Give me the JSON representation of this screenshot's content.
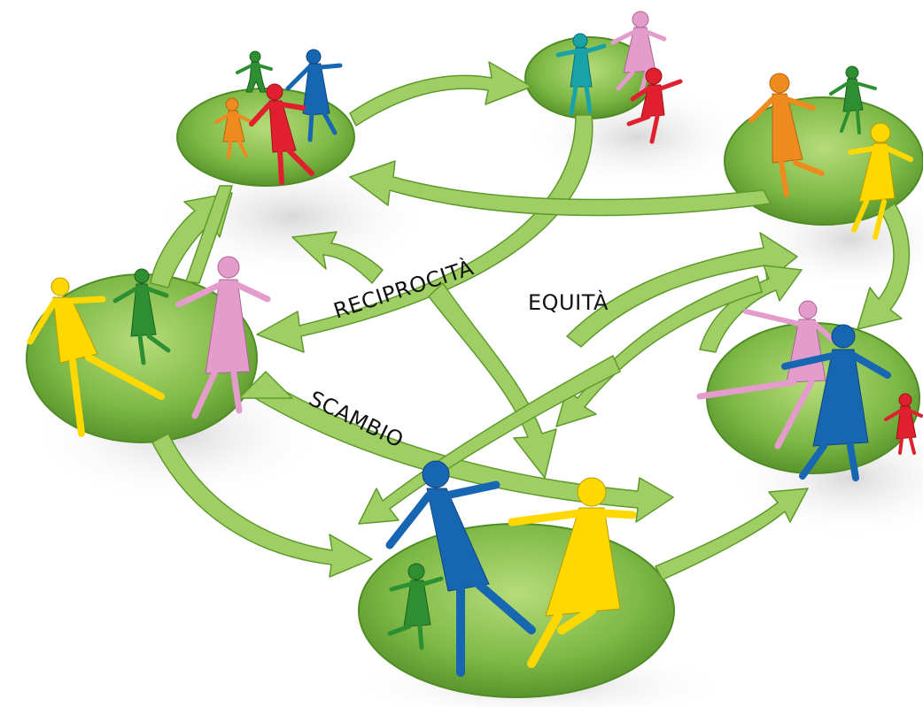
{
  "labels": {
    "reciprocita": "RECIPROCITÀ",
    "equita": "EQUITÀ",
    "scambio": "SCAMBIO"
  },
  "colors": {
    "island": "#6fac3c",
    "island_light": "#a9d36e",
    "arrow": "#9fce64",
    "arrow_stroke": "#5f9a2c",
    "pink": "#e39ccb",
    "yellow": "#ffd800",
    "blue": "#1766b2",
    "red": "#e0202e",
    "green": "#2e8f32",
    "orange": "#ee8a1e",
    "teal": "#19a2a7"
  }
}
